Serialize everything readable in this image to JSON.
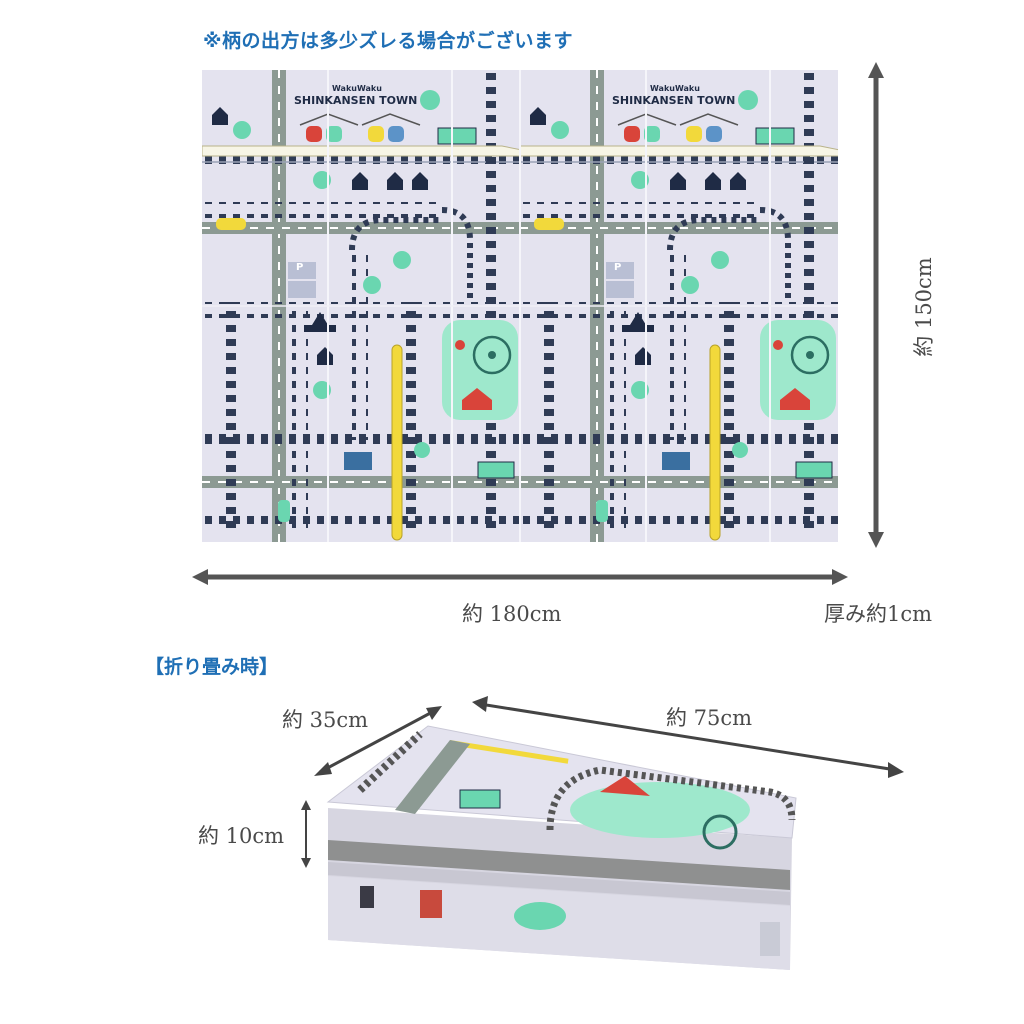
{
  "notice": "※柄の出方は多少ズレる場合がございます",
  "mat": {
    "brand_small": "WakuWaku",
    "brand_title": "SHINKANSEN TOWN",
    "parking_label": "P",
    "colors": {
      "background": "#e4e3ef",
      "track": "#2f3b55",
      "road": "#8c9a93",
      "tree": "#6ad6b0",
      "park": "#9ee8cc",
      "shinkansen_yellow": "#f2d93b",
      "accent_red": "#d9443a",
      "headline_blue": "#1f6fb5"
    }
  },
  "dimensions": {
    "width": "約 180cm",
    "height": "約 150cm",
    "thickness": "厚み約1cm"
  },
  "folded": {
    "title": "【折り畳み時】",
    "depth": "約 35cm",
    "length": "約 75cm",
    "height": "約 10cm"
  }
}
